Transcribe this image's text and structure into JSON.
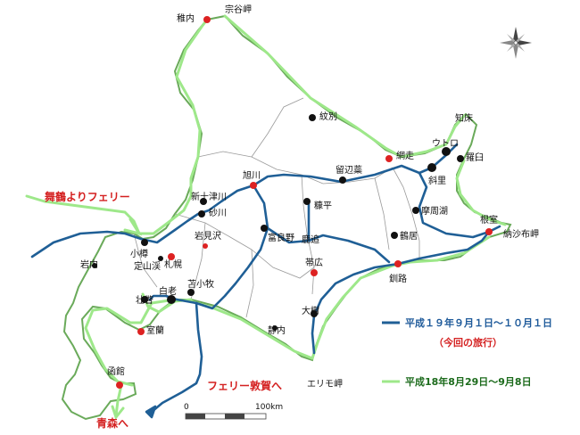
{
  "cities": {
    "wakkanai": "稚内",
    "soya_misaki": "宗谷岬",
    "monbetsu": "紋別",
    "shiretoko": "知床",
    "utoro": "ウトロ",
    "abashiri": "網走",
    "rausu": "羅臼",
    "shari": "斜里",
    "rubeshibe": "留辺蘂",
    "asahikawa": "旭川",
    "shintotsukawa": "新十津川",
    "sunagawa": "砂川",
    "kamishihoro": "糠平",
    "mashuko": "摩周湖",
    "nemuro": "根室",
    "nosappu": "納沙布岬",
    "tsurui": "鶴居",
    "furano": "富良野",
    "shikaoi": "鹿追",
    "iwamizawa": "岩見沢",
    "otaru": "小樽",
    "jozankei": "定山渓",
    "sapporo": "札幌",
    "obihiro": "帯広",
    "kushiro": "釧路",
    "iwanai": "岩内",
    "tomakomai": "苫小牧",
    "shiraoi": "白老",
    "date": "壮瞥",
    "muroran": "室蘭",
    "taiki": "大樹",
    "shizunai": "静内",
    "erimo": "エリモ岬",
    "hakodate": "函館"
  },
  "annotations": {
    "maizuru_ferry": "舞鶴よりフェリー",
    "tsuruga_ferry": "フェリー敦賀へ",
    "to_aomori": "青森へ"
  },
  "legend": {
    "blue_label": "平成１９年９月１日～１０月１日",
    "blue_sub": "（今回の旅行）",
    "green_label": "平成18年8月29日～9月8日"
  },
  "scale": {
    "zero": "0",
    "hundred": "100km"
  },
  "colors": {
    "coast_green": "#9ee88a",
    "route_green": "#9ee88a",
    "route_blue": "#1f5f96",
    "border": "#aaaaaa",
    "dot_black": "#111111",
    "dot_red": "#dd2222"
  }
}
